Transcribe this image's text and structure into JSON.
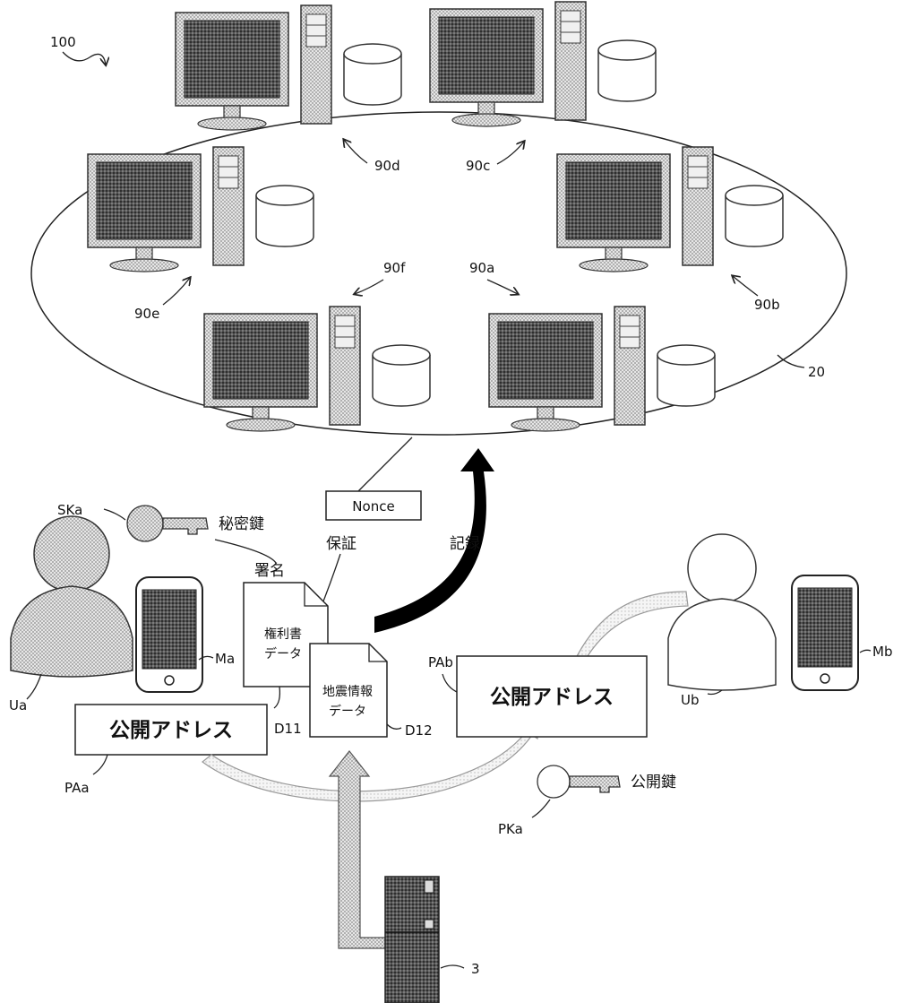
{
  "figure": {
    "system_label": "100",
    "network_label": "20",
    "nodes": [
      {
        "id": "90a",
        "label": "90a"
      },
      {
        "id": "90b",
        "label": "90b"
      },
      {
        "id": "90c",
        "label": "90c"
      },
      {
        "id": "90d",
        "label": "90d"
      },
      {
        "id": "90e",
        "label": "90e"
      },
      {
        "id": "90f",
        "label": "90f"
      }
    ],
    "nonce_label": "Nonce",
    "guarantee_label": "保証",
    "record_label": "記録",
    "secret_key": {
      "ref": "SKa",
      "text": "秘密鍵"
    },
    "signature_label": "署名",
    "public_key": {
      "ref": "PKa",
      "text": "公開鍵"
    },
    "doc_rights": {
      "line1": "権利書",
      "line2": "データ",
      "ref": "D11"
    },
    "doc_quake": {
      "line1": "地震情報",
      "line2": "データ",
      "ref": "D12"
    },
    "user_a": {
      "ref": "Ua",
      "terminal_ref": "Ma"
    },
    "user_b": {
      "ref": "Ub",
      "terminal_ref": "Mb"
    },
    "address_a": {
      "text": "公開アドレス",
      "ref": "PAa"
    },
    "address_b": {
      "text": "公開アドレス",
      "ref": "PAb"
    },
    "sensor_ref": "3"
  }
}
